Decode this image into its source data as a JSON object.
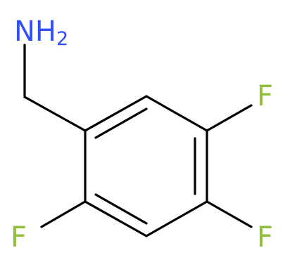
{
  "molecule": {
    "atoms": {
      "amine": {
        "symbol": "NH",
        "subscript": "2",
        "color": "#3050F8"
      },
      "fluorine_top_right": {
        "symbol": "F",
        "color": "#90C03A"
      },
      "fluorine_bottom_right": {
        "symbol": "F",
        "color": "#90C03A"
      },
      "fluorine_bottom_left": {
        "symbol": "F",
        "color": "#90C03A"
      }
    },
    "bond_color": "#000000"
  }
}
